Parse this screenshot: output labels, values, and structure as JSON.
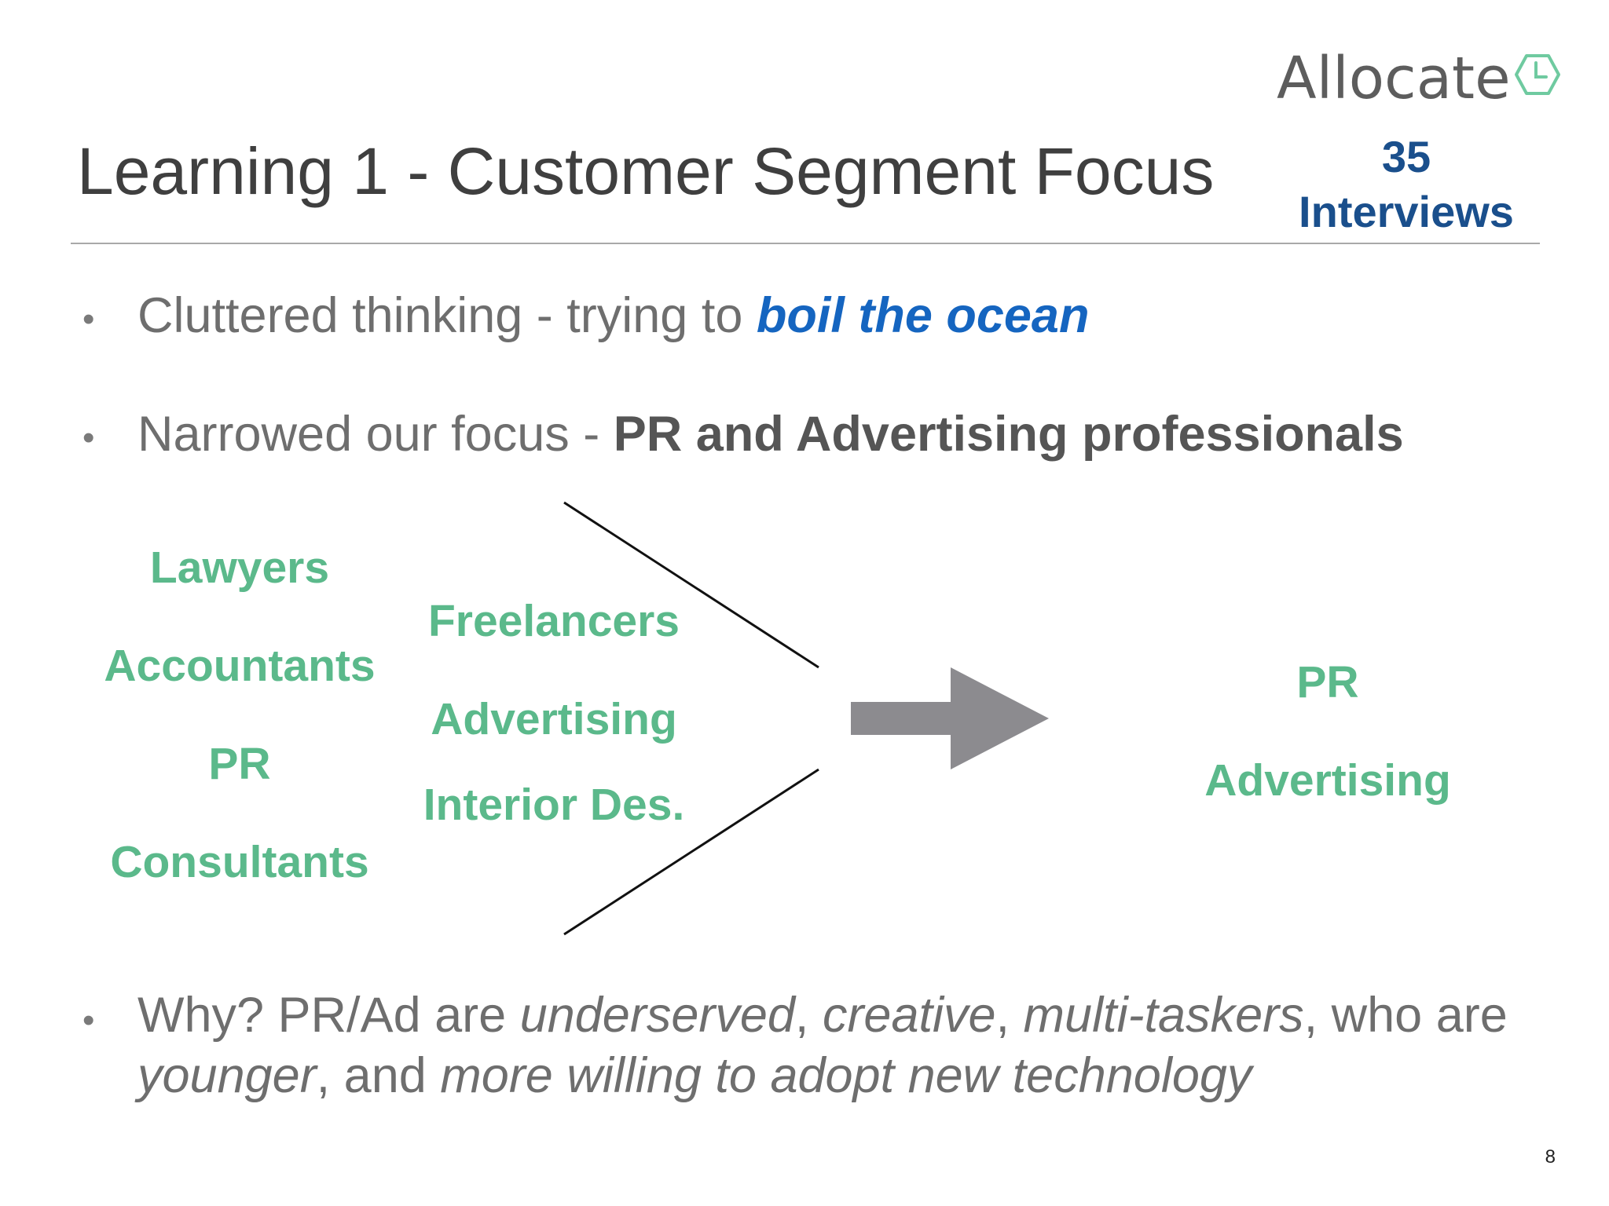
{
  "logo": {
    "text": "Allocate",
    "icon": "clock-hexagon-icon"
  },
  "title": "Learning 1 - Customer Segment Focus",
  "badge": {
    "count": "35",
    "label": "Interviews"
  },
  "bullets": [
    {
      "prefix": "Cluttered thinking - trying to ",
      "emphasis": "boil the ocean"
    },
    {
      "prefix": "Narrowed our focus - ",
      "emphasis": "PR and Advertising professionals"
    },
    {
      "line1": {
        "a": "Why? PR/Ad are ",
        "b": "underserved",
        "c": ", ",
        "d": "creative",
        "e": ", ",
        "f": "multi-taskers",
        "g": ", who are"
      },
      "line2": {
        "a": "younger",
        "b": ", and ",
        "c": "more willing to adopt new technology"
      }
    }
  ],
  "diagram": {
    "left_column": [
      "Lawyers",
      "Accountants",
      "PR",
      "Consultants"
    ],
    "middle_column": [
      "Freelancers",
      "Advertising",
      "Interior Des."
    ],
    "result": [
      "PR",
      "Advertising"
    ],
    "arrow_icon": "arrow-right-icon",
    "colors": {
      "label": "#5bb98b",
      "arrow": "#8c8b8f",
      "lines": "#111111"
    }
  },
  "page_number": "8"
}
